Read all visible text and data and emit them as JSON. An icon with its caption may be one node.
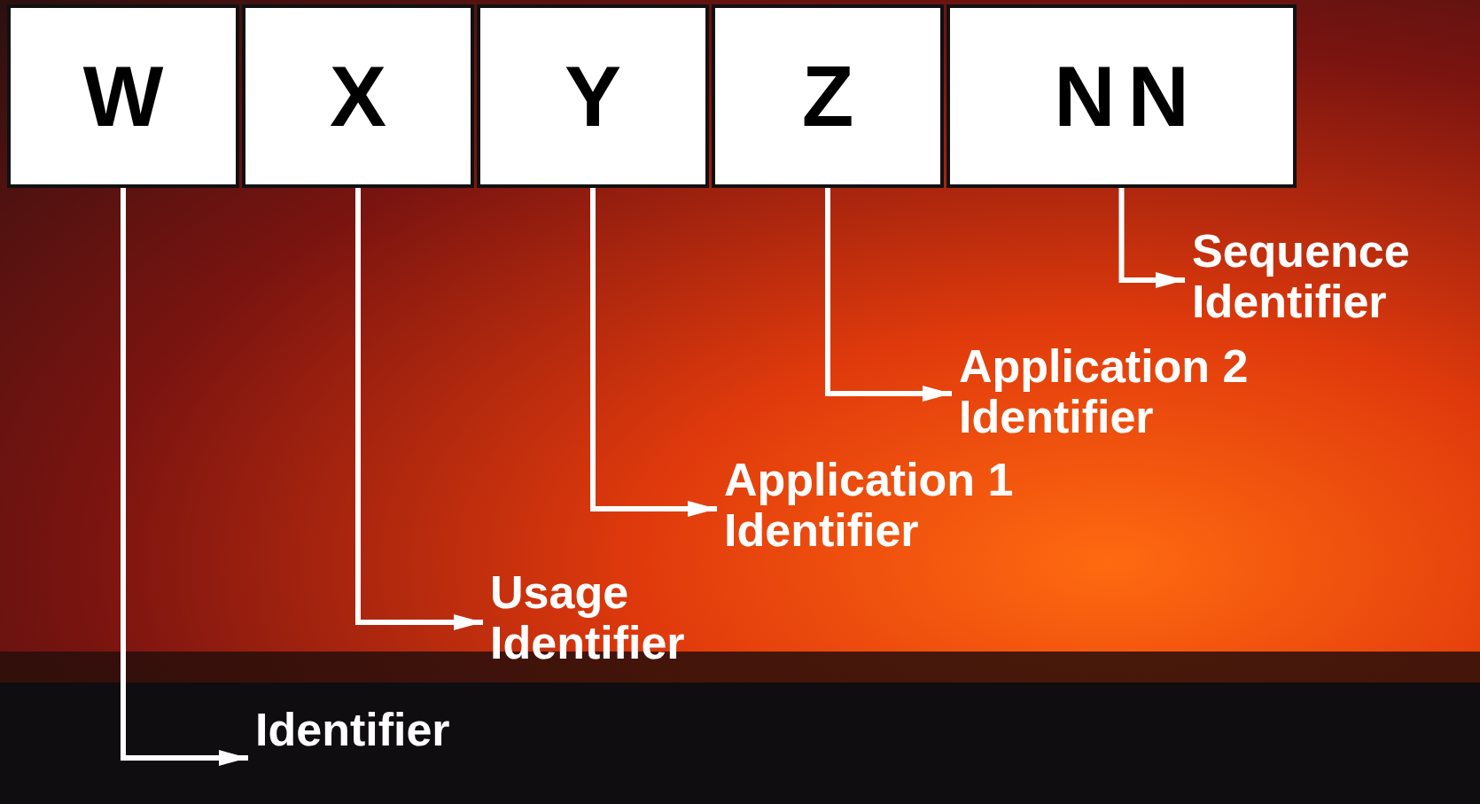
{
  "diagram": {
    "nodes": [
      {
        "text": [
          "W"
        ]
      },
      {
        "text": [
          "X"
        ]
      },
      {
        "text": [
          "Y"
        ]
      },
      {
        "text": [
          "Z"
        ]
      },
      {
        "text": [
          "NN"
        ]
      },
      {
        "text": [
          "Sequence Identifier"
        ]
      },
      {
        "text": [
          "Application 2 Identifier"
        ]
      },
      {
        "text": [
          "Application 1 Identifier"
        ]
      },
      {
        "text": [
          "Usage Identifier"
        ]
      },
      {
        "text": [
          "Identifier"
        ]
      }
    ],
    "edges": [
      {
        "from": 4,
        "to": 5,
        "arrow": "to"
      },
      {
        "from": 3,
        "to": 6,
        "arrow": "to"
      },
      {
        "from": 2,
        "to": 7,
        "arrow": "to"
      },
      {
        "from": 1,
        "to": 8,
        "arrow": "to"
      },
      {
        "from": 0,
        "to": 9,
        "arrow": "to"
      }
    ]
  }
}
